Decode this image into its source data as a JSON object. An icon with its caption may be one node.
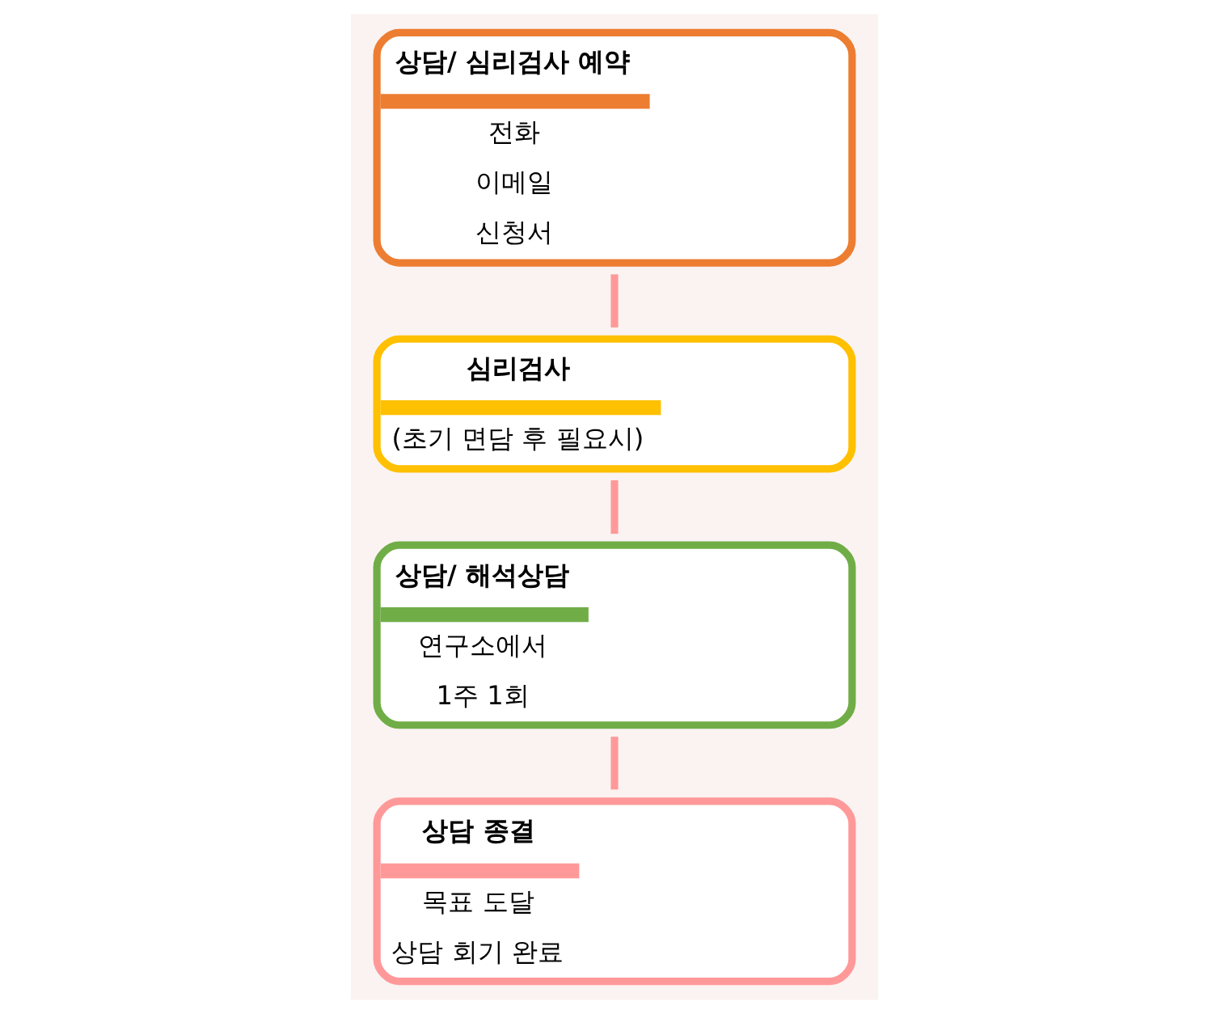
{
  "diagram": {
    "nodes": [
      {
        "text": [
          "상담/ 심리검사 예약",
          "전화",
          "이메일",
          "신청서"
        ]
      },
      {
        "text": [
          "심리검사",
          "(초기 면담 후 필요시)"
        ]
      },
      {
        "text": [
          "상담/ 해석상담",
          "연구소에서",
          "1주 1회"
        ]
      },
      {
        "text": [
          "상담 종결",
          "목표 도달",
          "상담 회기 완료"
        ]
      }
    ],
    "edges": [
      {
        "from": 0,
        "to": 1,
        "arrow": "none"
      },
      {
        "from": 1,
        "to": 2,
        "arrow": "none"
      },
      {
        "from": 2,
        "to": 3,
        "arrow": "none"
      }
    ]
  }
}
